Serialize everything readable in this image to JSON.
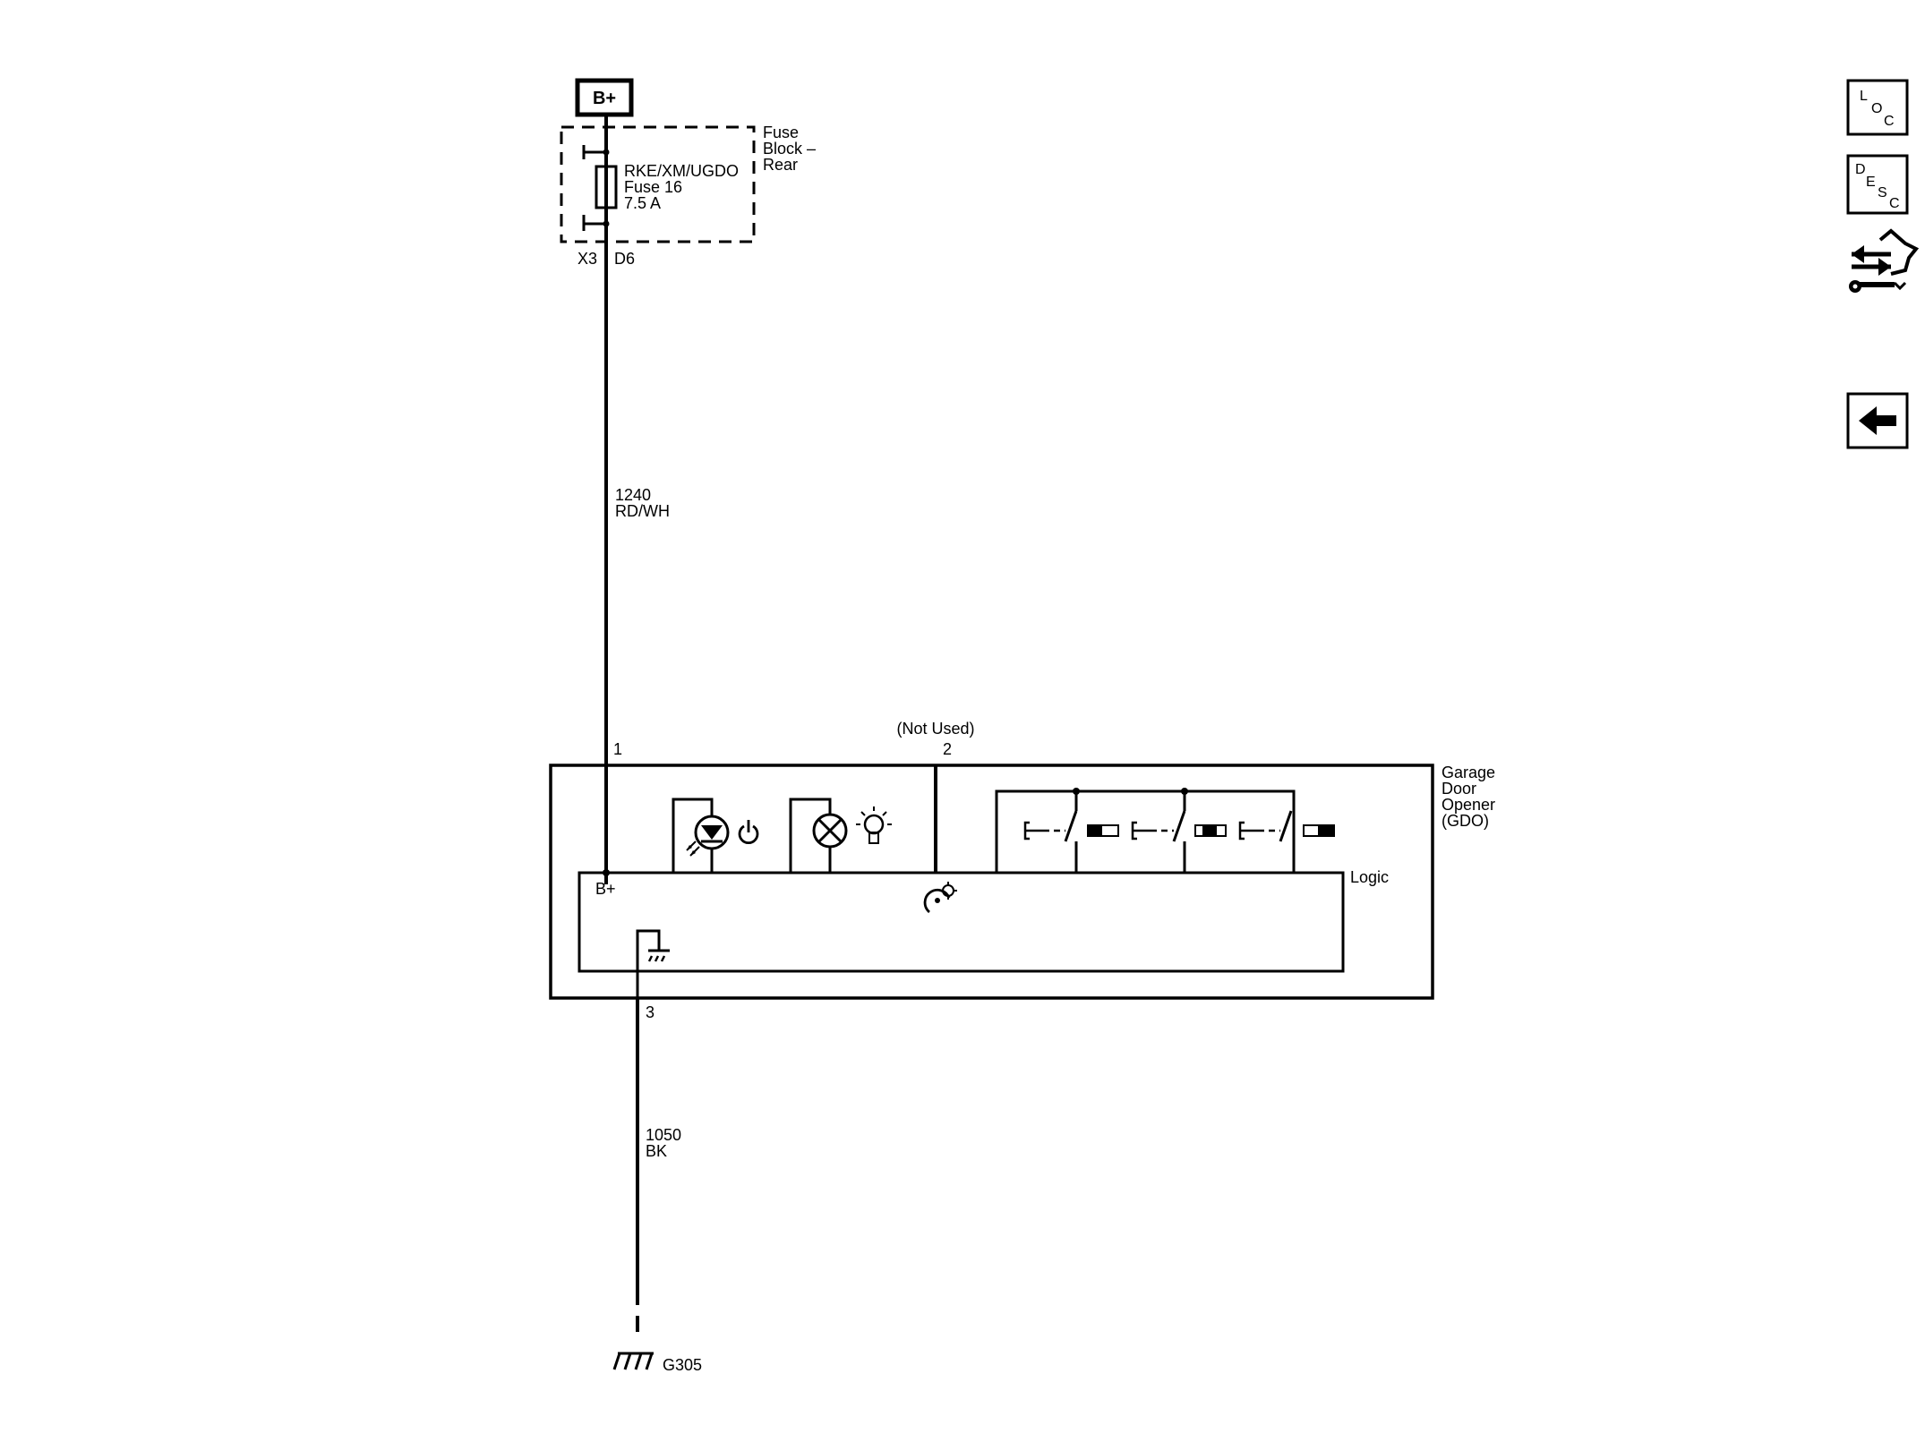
{
  "power": {
    "label": "B+"
  },
  "fuse_block": {
    "name_lines": [
      "Fuse",
      "Block –",
      "Rear"
    ],
    "fuse_lines": [
      "RKE/XM/UGDO",
      "Fuse 16",
      "7.5 A"
    ],
    "connector_x": "X3",
    "connector_d": "D6"
  },
  "wire_power": {
    "circuit": "1240",
    "color": "RD/WH"
  },
  "pins": {
    "pin1": "1",
    "pin2": "2",
    "pin2_note": "(Not Used)",
    "pin3": "3"
  },
  "module": {
    "name_lines": [
      "Garage",
      "Door",
      "Opener",
      "(GDO)"
    ],
    "logic_label": "Logic",
    "bplus_label": "B+"
  },
  "wire_ground": {
    "circuit": "1050",
    "color": "BK"
  },
  "ground": {
    "label": "G305"
  },
  "nav": {
    "loc": [
      "L",
      "O",
      "C"
    ],
    "desc": [
      "D",
      "E",
      "S",
      "C"
    ]
  }
}
